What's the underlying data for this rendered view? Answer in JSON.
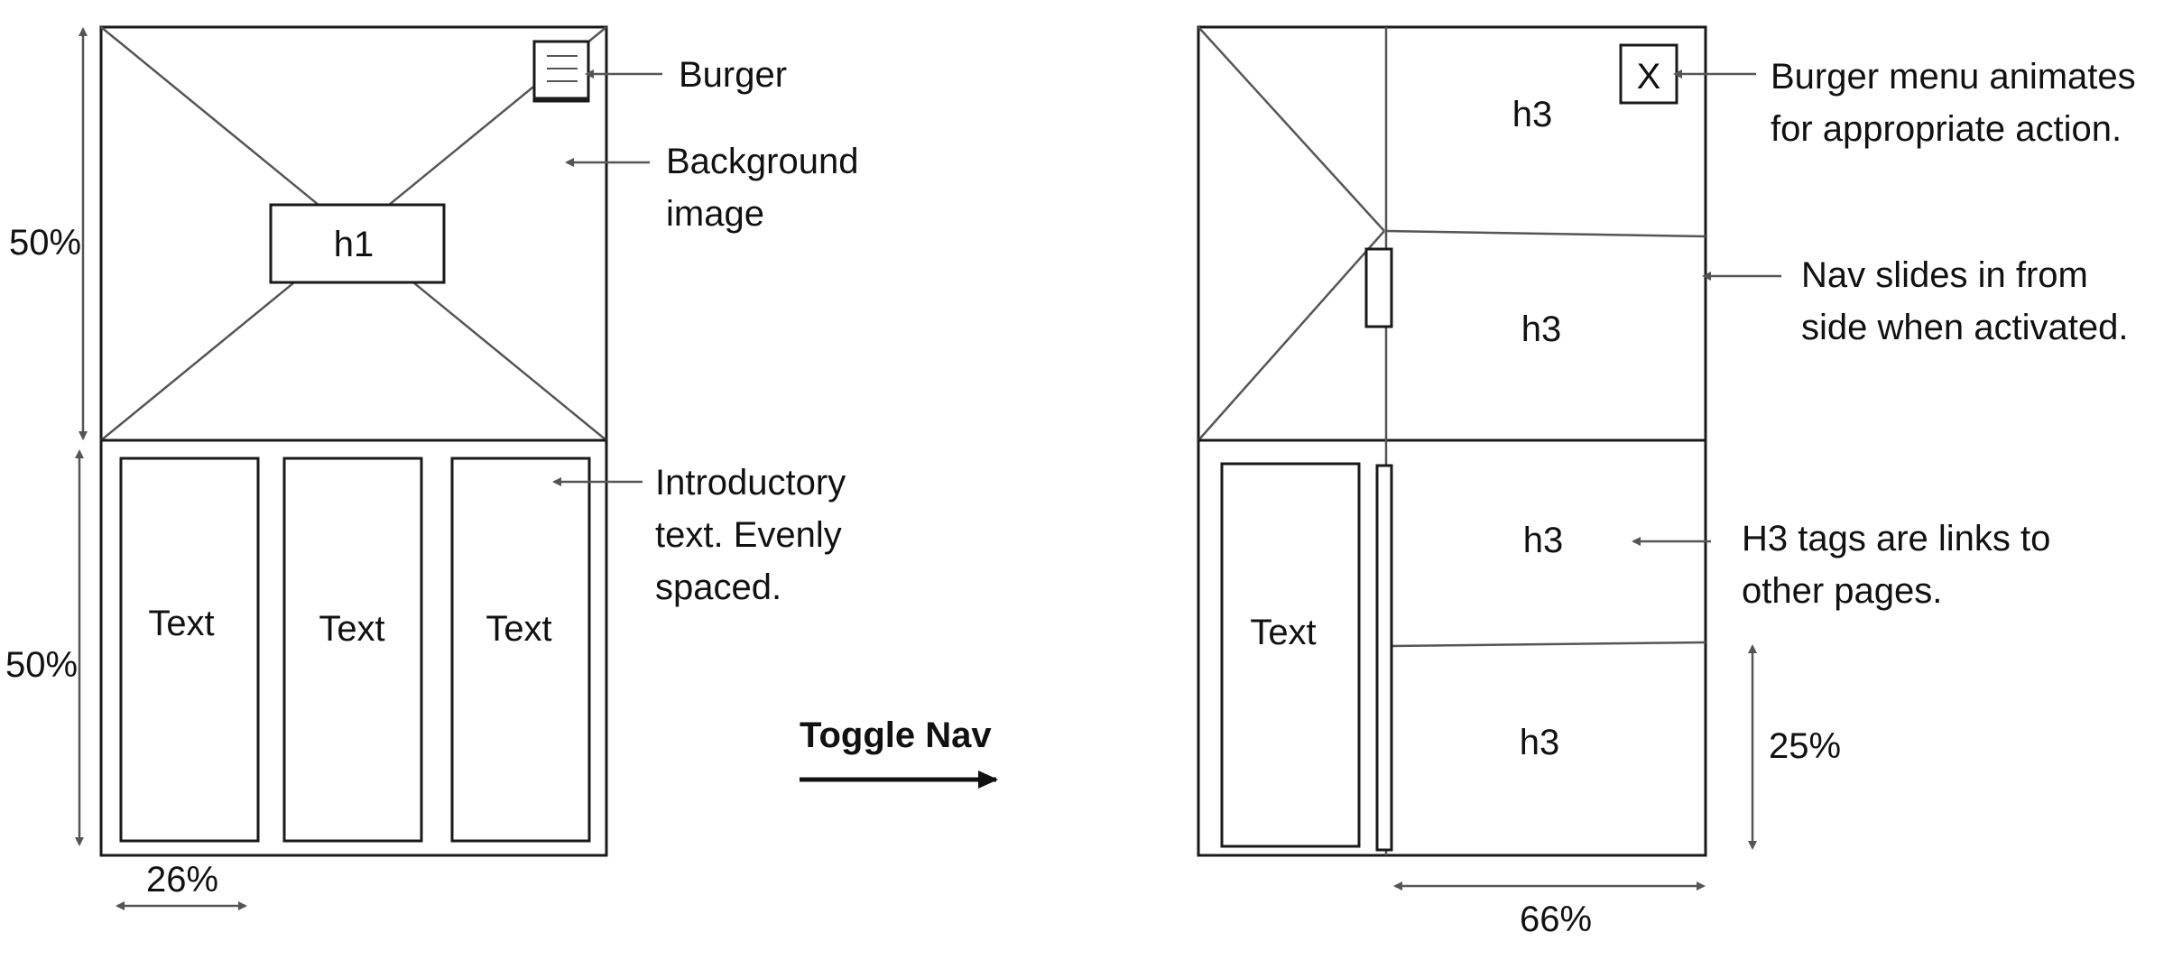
{
  "left_wireframe": {
    "h1": "h1",
    "text_columns": [
      "Text",
      "Text",
      "Text"
    ],
    "dim_top": "50%",
    "dim_bottom": "50%",
    "dim_column": "26%",
    "annotations": {
      "burger": "Burger",
      "background": [
        "Background",
        "image"
      ],
      "intro": [
        "Introductory",
        "text. Evenly",
        "spaced."
      ]
    }
  },
  "toggle": {
    "label": "Toggle Nav"
  },
  "right_wireframe": {
    "close_glyph": "X",
    "nav_links": [
      "h3",
      "h3",
      "h3",
      "h3"
    ],
    "text_column": "Text",
    "dim_link": "25%",
    "dim_nav": "66%",
    "annotations": {
      "burger_anim": [
        "Burger menu animates",
        "for appropriate action."
      ],
      "nav_slide": [
        "Nav slides in from",
        "side when activated."
      ],
      "h3_links": [
        "H3 tags are links to",
        "other pages."
      ]
    }
  }
}
